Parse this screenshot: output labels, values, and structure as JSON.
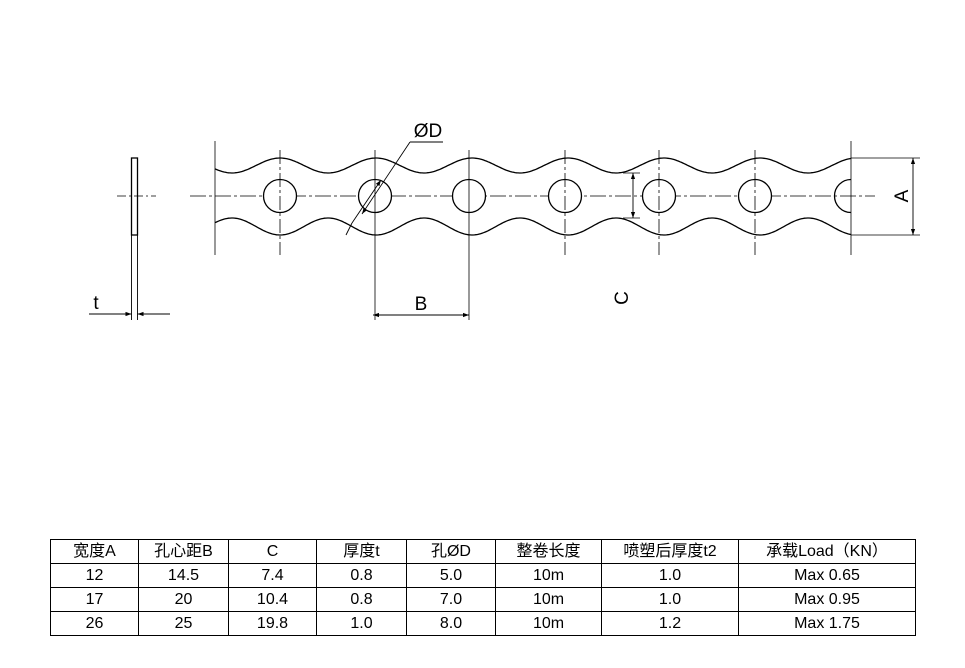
{
  "drawing": {
    "labels": {
      "thickness": "t",
      "hole_diameter": "ØD",
      "pitch": "B",
      "inner_width": "C",
      "width": "A"
    }
  },
  "table": {
    "headers": [
      "宽度A",
      "孔心距B",
      "C",
      "厚度t",
      "孔ØD",
      "整卷长度",
      "喷塑后厚度t2",
      "承载Load（KN）"
    ],
    "rows": [
      [
        "12",
        "14.5",
        "7.4",
        "0.8",
        "5.0",
        "10m",
        "1.0",
        "Max 0.65"
      ],
      [
        "17",
        "20",
        "10.4",
        "0.8",
        "7.0",
        "10m",
        "1.0",
        "Max 0.95"
      ],
      [
        "26",
        "25",
        "19.8",
        "1.0",
        "8.0",
        "10m",
        "1.2",
        "Max 1.75"
      ]
    ]
  }
}
